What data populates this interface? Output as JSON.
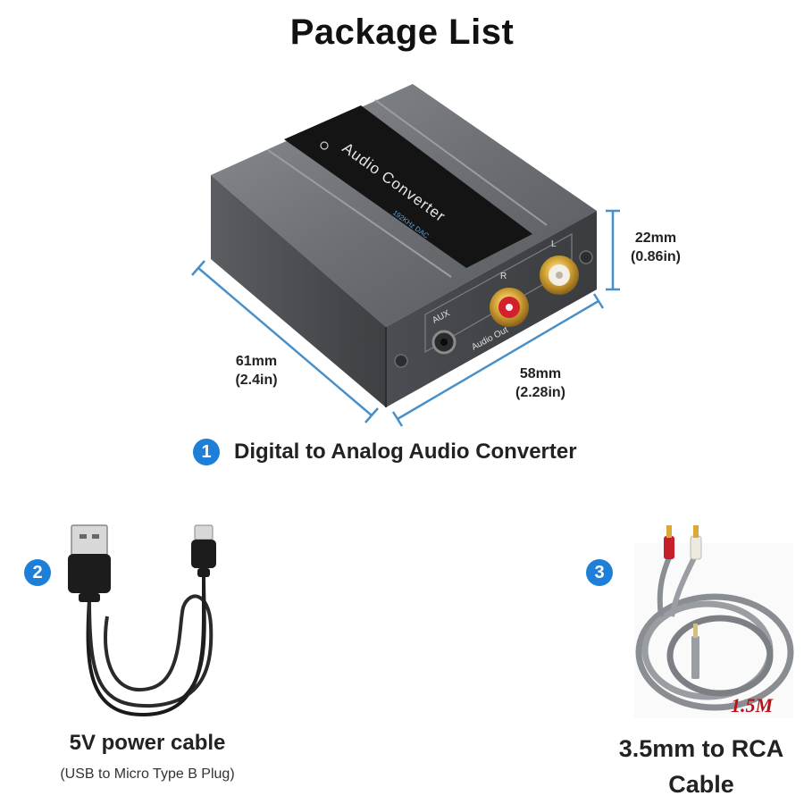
{
  "title": "Package List",
  "device": {
    "label_text": "Audio Converter",
    "sub_label": "192KHz DAC",
    "port_aux": "AUX",
    "port_r": "R",
    "port_l": "L",
    "port_audio_out": "Audio Out"
  },
  "dimensions": {
    "height_mm": "22mm",
    "height_in": "(0.86in)",
    "depth_mm": "61mm",
    "depth_in": "(2.4in)",
    "width_mm": "58mm",
    "width_in": "(2.28in)"
  },
  "items": [
    {
      "number": "1",
      "label": "Digital to Analog Audio Converter"
    },
    {
      "number": "2",
      "label": "5V power cable",
      "sublabel": "(USB to Micro Type B Plug)"
    },
    {
      "number": "3",
      "label": "3.5mm to RCA Cable",
      "length_tag": "1.5M"
    }
  ],
  "colors": {
    "accent": "#1d7fd8",
    "dimension_line": "#4a90c8",
    "length_tag": "#b3141b"
  }
}
